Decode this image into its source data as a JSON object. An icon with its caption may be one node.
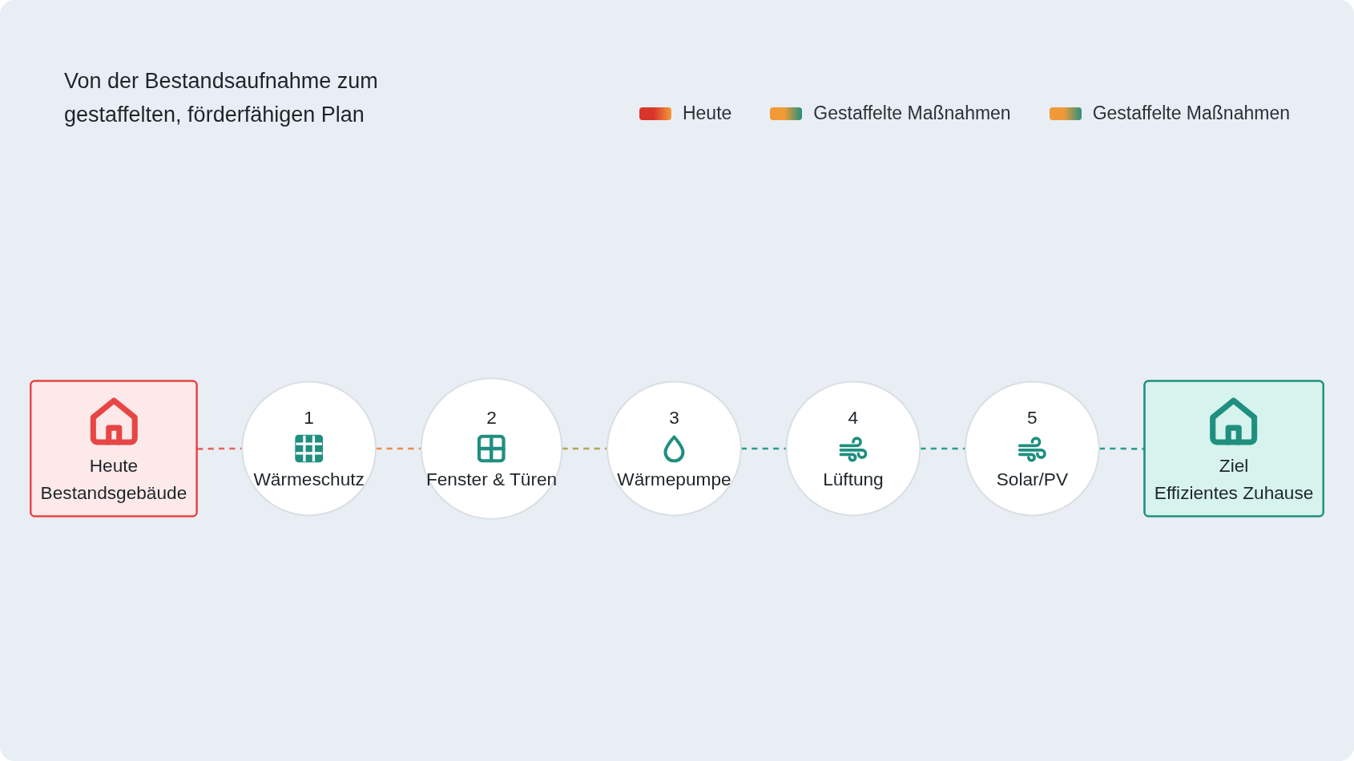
{
  "diagram": {
    "title": "Von der Bestandsaufnahme zum gestaffelten, förderfähigen Plan",
    "nodes": [
      {
        "text": [
          "Heute",
          "Bestandsgebäude"
        ]
      },
      {
        "text": [
          "1",
          "Wärmeschutz"
        ]
      },
      {
        "text": [
          "2",
          "Fenster & Türen"
        ]
      },
      {
        "text": [
          "3",
          "Wärmepumpe"
        ]
      },
      {
        "text": [
          "4",
          "Lüftung"
        ]
      },
      {
        "text": [
          "5",
          "Solar/PV"
        ]
      },
      {
        "text": [
          "Ziel",
          "Effizientes Zuhause"
        ]
      }
    ],
    "edges": [
      {
        "from": 0,
        "to": 1,
        "arrow": "none",
        "style": "dashed",
        "color": "#e8625a"
      },
      {
        "from": 1,
        "to": 2,
        "arrow": "none",
        "style": "dashed",
        "color": "#f08a4c"
      },
      {
        "from": 2,
        "to": 3,
        "arrow": "none",
        "style": "dashed",
        "color": "#b9a25a"
      },
      {
        "from": 3,
        "to": 4,
        "arrow": "none",
        "style": "dashed"
      },
      {
        "from": 4,
        "to": 5,
        "arrow": "none",
        "style": "dashed"
      },
      {
        "from": 5,
        "to": 6,
        "arrow": "none",
        "style": "dashed"
      }
    ],
    "legend": [
      {
        "text": "Heute",
        "color": "#d9352b"
      },
      {
        "text": "Gestaffelte Maßnahmen",
        "color": "#f29a35"
      },
      {
        "text": "Gestaffelte Maßnahmen",
        "color": "#ee9a3a"
      }
    ]
  }
}
